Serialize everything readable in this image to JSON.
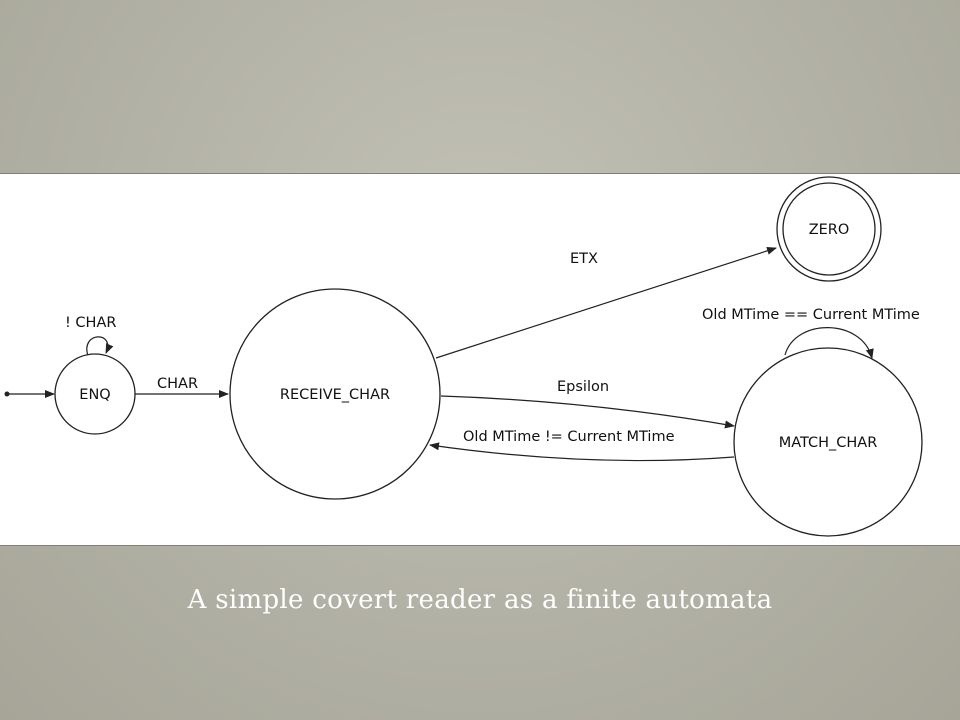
{
  "diagram": {
    "states": {
      "enq": "ENQ",
      "receive_char": "RECEIVE_CHAR",
      "match_char": "MATCH_CHAR",
      "zero": "ZERO"
    },
    "transitions": {
      "enq_self": "! CHAR",
      "enq_to_receive": "CHAR",
      "receive_to_zero": "ETX",
      "receive_to_match": "Epsilon",
      "match_to_receive": "Old MTime != Current MTime",
      "match_self": "Old MTime == Current MTime"
    }
  },
  "caption": "A simple covert reader as a finite automata"
}
